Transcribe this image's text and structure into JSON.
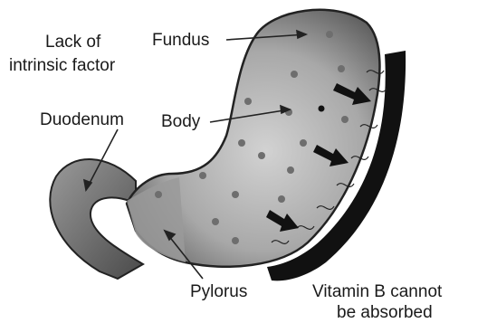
{
  "labels": {
    "condition_line1": "Lack of",
    "condition_line2": "intrinsic factor",
    "fundus": "Fundus",
    "duodenum": "Duodenum",
    "body": "Body",
    "pylorus": "Pylorus",
    "vitamin_line1": "Vitamin B cannot",
    "vitamin_line2": "be absorbed"
  },
  "colors": {
    "stomach_dark": "#5a5a5a",
    "stomach_light": "#c8c8c8",
    "outline": "#222222",
    "lining_band": "#111111",
    "dot": "#6e6e6e",
    "arrow": "#111111"
  }
}
